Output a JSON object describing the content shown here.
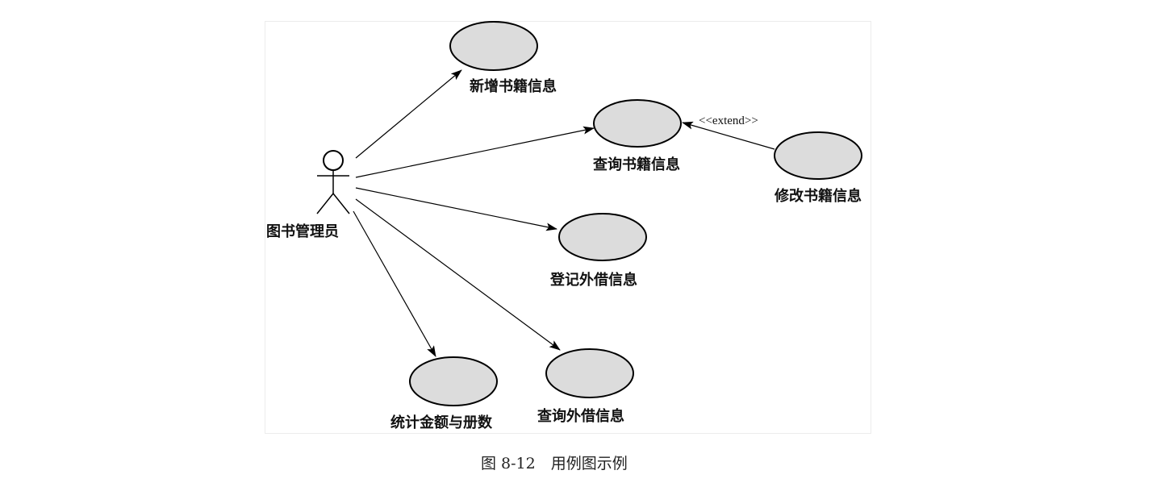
{
  "actor": {
    "label": "图书管理员"
  },
  "use_cases": {
    "add_book": "新增书籍信息",
    "query_book": "查询书籍信息",
    "modify_book": "修改书籍信息",
    "register_loan": "登记外借信息",
    "stats": "统计金额与册数",
    "query_loan": "查询外借信息"
  },
  "relations": {
    "extend_label": "<<extend>>"
  },
  "caption": {
    "text": "图 8-12　用例图示例"
  }
}
